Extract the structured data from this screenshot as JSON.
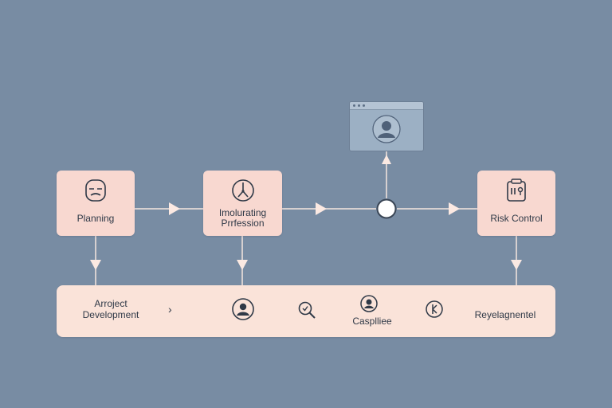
{
  "nodes": {
    "planning": {
      "label": "Planning",
      "icon": "face-mask-icon"
    },
    "evaluating": {
      "label_line1": "Imolurating",
      "label_line2": "Prrfession",
      "icon": "clock-icon"
    },
    "risk_control": {
      "label": "Risk Control",
      "icon": "clipboard-icon"
    }
  },
  "window_card": {
    "icon": "user-avatar-icon"
  },
  "bottom_bar": {
    "label_project_line1": "Arroject",
    "label_project_line2": "Development",
    "chevron": "›",
    "label_compliance": "Casplliee",
    "label_replacement": "Reyelagnentel",
    "icons": [
      "user-circle-icon",
      "search-icon",
      "user-small-icon",
      "badge-icon"
    ]
  },
  "colors": {
    "background": "#788ca3",
    "node_fill": "#f8d8d0",
    "bar_fill": "#fae3d9",
    "connector": "#f6e6df",
    "icon_stroke": "#2f3947"
  }
}
